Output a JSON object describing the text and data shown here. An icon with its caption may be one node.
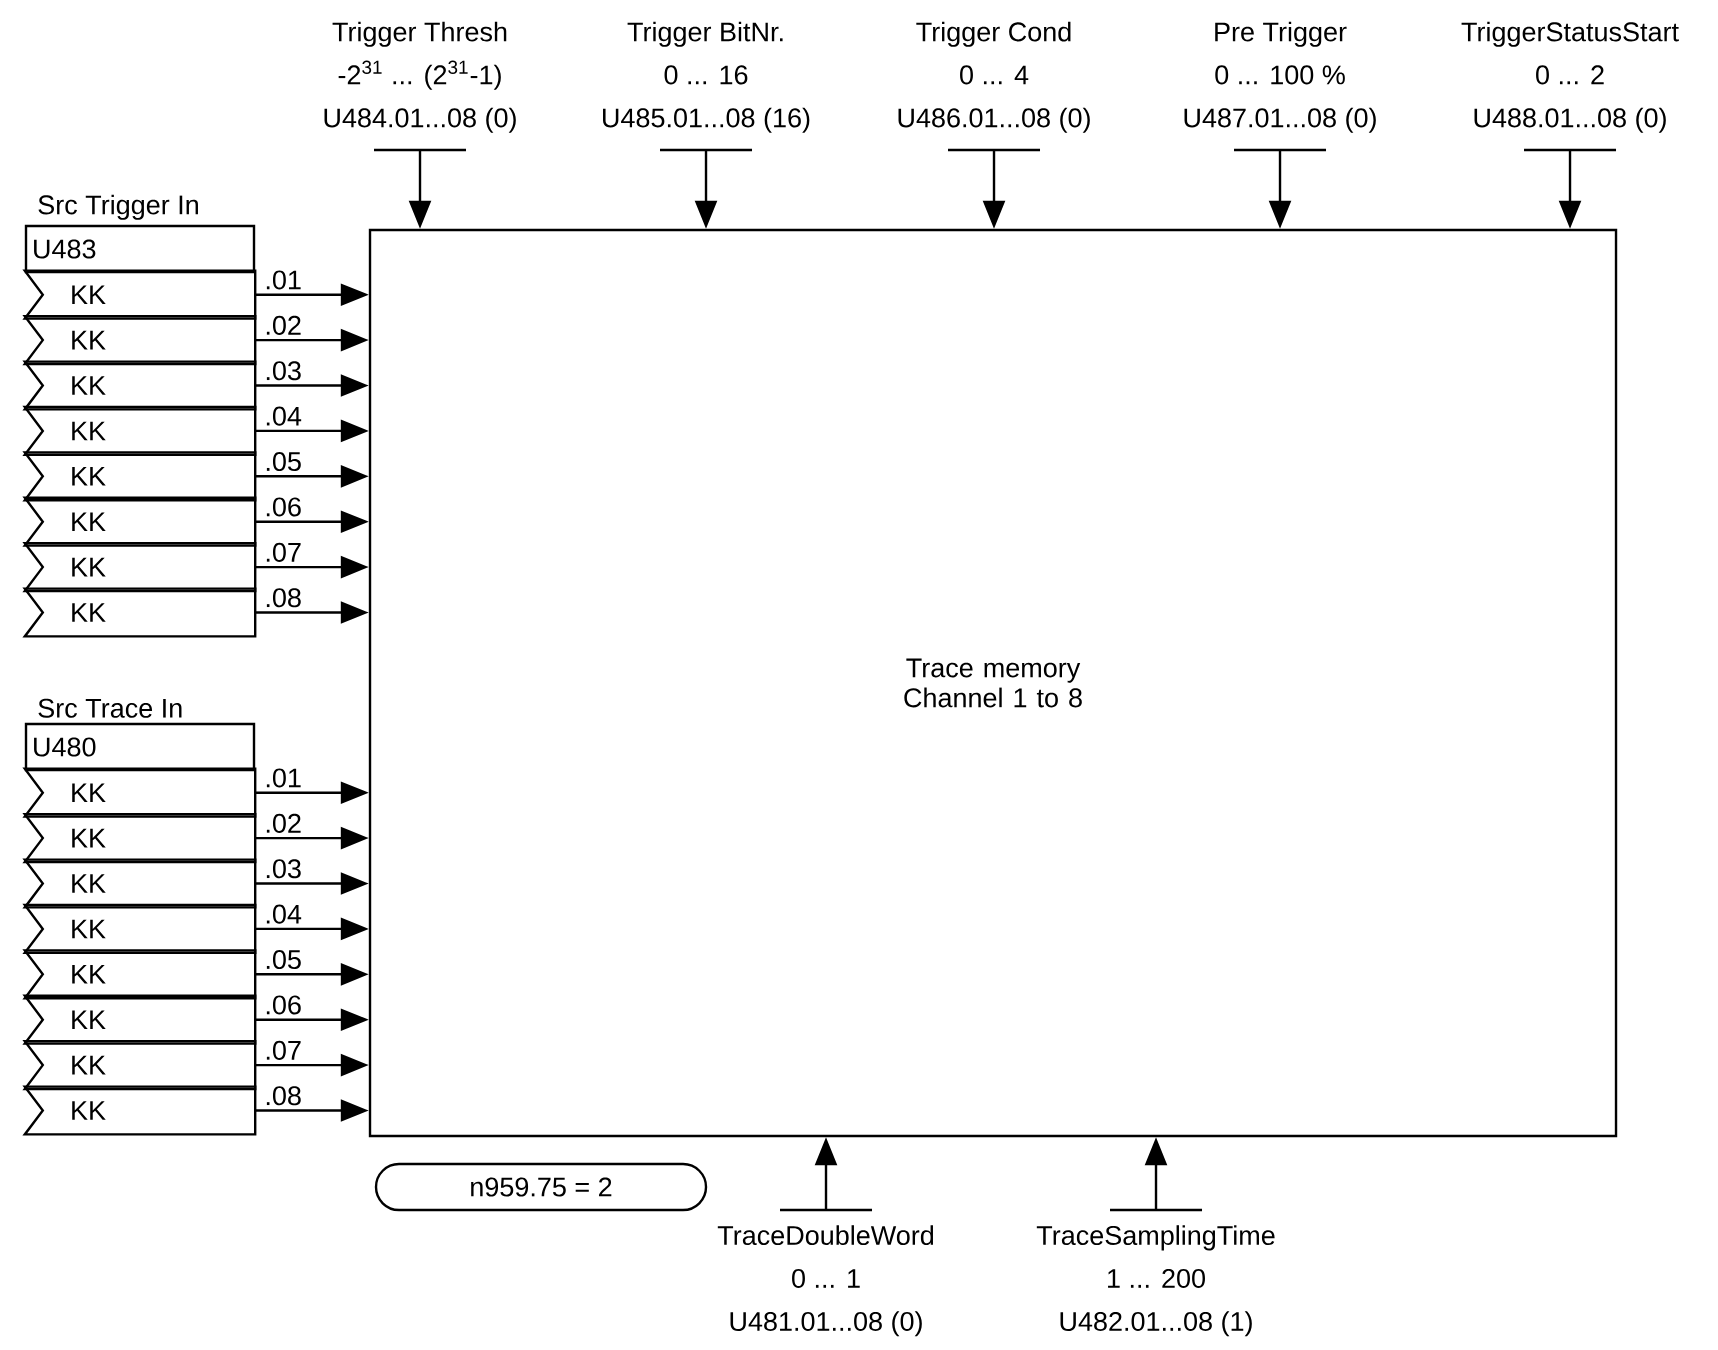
{
  "diagram": {
    "nodes": [
      {
        "text": [
          "Trace memory Channel 1 to 8"
        ]
      },
      {
        "text": [
          "Trigger Thresh",
          "-2$^{31}$ ... (2$^{31}$-1)",
          "U484.01...08 (0)"
        ]
      },
      {
        "text": [
          "Trigger BitNr.",
          "0 ... 16",
          "U485.01...08 (16)"
        ]
      },
      {
        "text": [
          "Trigger Cond",
          "0 ... 4",
          "U486.01...08 (0)"
        ]
      },
      {
        "text": [
          "Pre Trigger",
          "0 ... 100 %",
          "U487.01...08 (0)"
        ]
      },
      {
        "text": [
          "TriggerStatusStart",
          "0 ... 2",
          "U488.01...08 (0)"
        ]
      },
      {
        "text": [
          "Src Trigger In",
          "U483"
        ]
      },
      {
        "text": [
          "KK"
        ]
      },
      {
        "text": [
          "KK"
        ]
      },
      {
        "text": [
          "KK"
        ]
      },
      {
        "text": [
          "KK"
        ]
      },
      {
        "text": [
          "KK"
        ]
      },
      {
        "text": [
          "KK"
        ]
      },
      {
        "text": [
          "KK"
        ]
      },
      {
        "text": [
          "KK"
        ]
      },
      {
        "text": [
          "Src Trace In",
          "U480"
        ]
      },
      {
        "text": [
          "KK"
        ]
      },
      {
        "text": [
          "KK"
        ]
      },
      {
        "text": [
          "KK"
        ]
      },
      {
        "text": [
          "KK"
        ]
      },
      {
        "text": [
          "KK"
        ]
      },
      {
        "text": [
          "KK"
        ]
      },
      {
        "text": [
          "KK"
        ]
      },
      {
        "text": [
          "KK"
        ]
      },
      {
        "text": [
          "TraceDoubleWord",
          "0 ... 1",
          "U481.01...08 (0)"
        ]
      },
      {
        "text": [
          "TraceSamplingTime",
          "1 ... 200",
          "U482.01...08 (1)"
        ]
      },
      {
        "text": [
          "n959.75 = 2"
        ]
      }
    ],
    "edges": [
      {
        "from": 1,
        "to": 0,
        "arrow": "to"
      },
      {
        "from": 2,
        "to": 0,
        "arrow": "to"
      },
      {
        "from": 3,
        "to": 0,
        "arrow": "to"
      },
      {
        "from": 4,
        "to": 0,
        "arrow": "to"
      },
      {
        "from": 5,
        "to": 0,
        "arrow": "to"
      },
      {
        "from": 7,
        "to": 0,
        "arrow": "to",
        "label": ".01"
      },
      {
        "from": 8,
        "to": 0,
        "arrow": "to",
        "label": ".02"
      },
      {
        "from": 9,
        "to": 0,
        "arrow": "to",
        "label": ".03"
      },
      {
        "from": 10,
        "to": 0,
        "arrow": "to",
        "label": ".04"
      },
      {
        "from": 11,
        "to": 0,
        "arrow": "to",
        "label": ".05"
      },
      {
        "from": 12,
        "to": 0,
        "arrow": "to",
        "label": ".06"
      },
      {
        "from": 13,
        "to": 0,
        "arrow": "to",
        "label": ".07"
      },
      {
        "from": 14,
        "to": 0,
        "arrow": "to",
        "label": ".08"
      },
      {
        "from": 16,
        "to": 0,
        "arrow": "to",
        "label": ".01"
      },
      {
        "from": 17,
        "to": 0,
        "arrow": "to",
        "label": ".02"
      },
      {
        "from": 18,
        "to": 0,
        "arrow": "to",
        "label": ".03"
      },
      {
        "from": 19,
        "to": 0,
        "arrow": "to",
        "label": ".04"
      },
      {
        "from": 20,
        "to": 0,
        "arrow": "to",
        "label": ".05"
      },
      {
        "from": 21,
        "to": 0,
        "arrow": "to",
        "label": ".06"
      },
      {
        "from": 22,
        "to": 0,
        "arrow": "to",
        "label": ".07"
      },
      {
        "from": 23,
        "to": 0,
        "arrow": "to",
        "label": ".08"
      },
      {
        "from": 24,
        "to": 0,
        "arrow": "to"
      },
      {
        "from": 25,
        "to": 0,
        "arrow": "to"
      }
    ]
  }
}
